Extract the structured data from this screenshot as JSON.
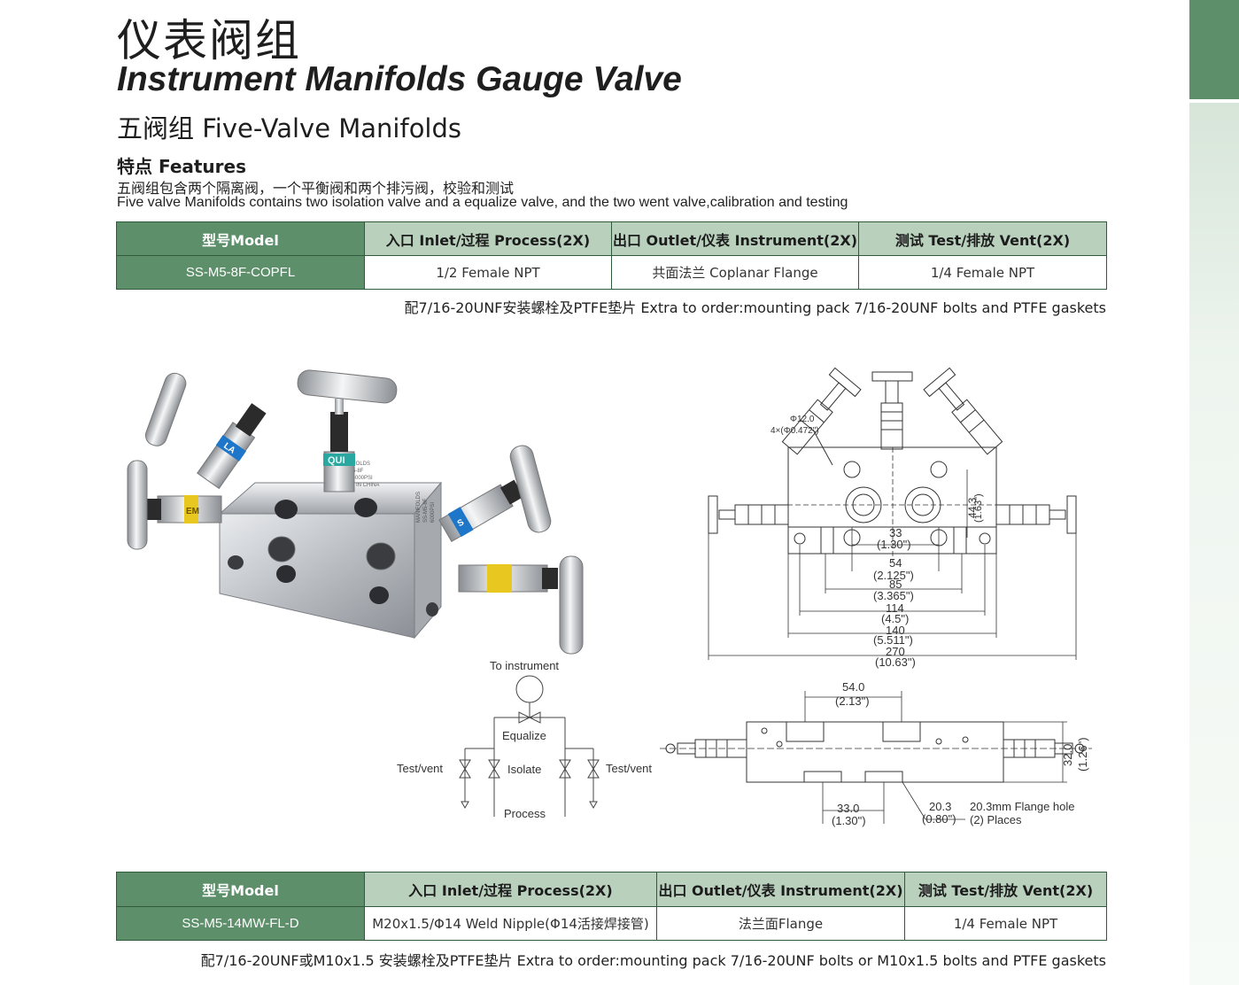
{
  "header": {
    "title_cn": "仪表阀组",
    "title_en": "Instrument  Manifolds Gauge Valve",
    "subtitle": "五阀组 Five-Valve Manifolds"
  },
  "features": {
    "heading": "特点 Features",
    "text_cn": "五阀组包含两个隔离阀，一个平衡阀和两个排污阀，校验和测试",
    "text_en": "Five valve Manifolds contains two isolation valve and a equalize valve, and the two went valve,calibration and testing"
  },
  "table1": {
    "headers": [
      "型号Model",
      "入口 Inlet/过程 Process(2X)",
      "出口 Outlet/仪表 Instrument(2X)",
      "测试 Test/排放 Vent(2X)"
    ],
    "row": [
      "SS-M5-8F-COPFL",
      "1/2  Female NPT",
      "共面法兰 Coplanar Flange",
      "1/4 Female NPT"
    ],
    "note": "配7/16-20UNF安装螺栓及PTFE垫片  Extra to order:mounting pack 7/16-20UNF bolts and PTFE gaskets"
  },
  "table2": {
    "headers": [
      "型号Model",
      "入口 Inlet/过程 Process(2X)",
      "出口 Outlet/仪表 Instrument(2X)",
      "测试 Test/排放 Vent(2X)"
    ],
    "row": [
      "SS-M5-14MW-FL-D",
      "M20x1.5/Φ14 Weld Nipple(Φ14活接焊接管)",
      "法兰面Flange",
      "1/4 Female NPT"
    ],
    "note": "配7/16-20UNF或M10x1.5 安装螺栓及PTFE垫片  Extra to order:mounting pack 7/16-20UNF bolts or M10x1.5 bolts and PTFE gaskets"
  },
  "photo": {
    "body_text": [
      "MANIFOLDS",
      "SS-M5-8F",
      "MAX 6000PSI",
      "MADE IN CHINA"
    ],
    "side_text": [
      "MANIFOLDS",
      "SS-M5-8F",
      "6000PSI"
    ],
    "valve_labels": [
      "QUI",
      "LA",
      "EM",
      "S"
    ]
  },
  "schematic": {
    "to_instrument": "To instrument",
    "equalize": "Equalize",
    "isolate": "Isolate",
    "test_vent_left": "Test/vent",
    "test_vent_right": "Test/vent",
    "process": "Process"
  },
  "drawing_top": {
    "hole_note_1": "Φ12.0",
    "hole_note_2": "4×(Φ0.472\")",
    "dim_vert_1": "44.3",
    "dim_vert_2": "(1.63\")",
    "dims": [
      {
        "v": "33",
        "i": "(1.30\")"
      },
      {
        "v": "54",
        "i": "(2.125\")"
      },
      {
        "v": "85",
        "i": "(3.365\")"
      },
      {
        "v": "114",
        "i": "(4.5\")"
      },
      {
        "v": "140",
        "i": "(5.511\")"
      },
      {
        "v": "270",
        "i": "(10.63\")"
      }
    ]
  },
  "drawing_bottom": {
    "d54": "54.0",
    "d54i": "(2.13\")",
    "d32": "32.0",
    "d32i": "(1.26\")",
    "d33": "33.0",
    "d33i": "(1.30\")",
    "d20": "20.3",
    "d20i": "(0.80\")",
    "flange_note_1": "20.3mm Flange hole",
    "flange_note_2": "(2) Places"
  },
  "colors": {
    "green_dark": "#5d8f6a",
    "green_light": "#b9d0bd",
    "border": "#2f5a3b"
  }
}
